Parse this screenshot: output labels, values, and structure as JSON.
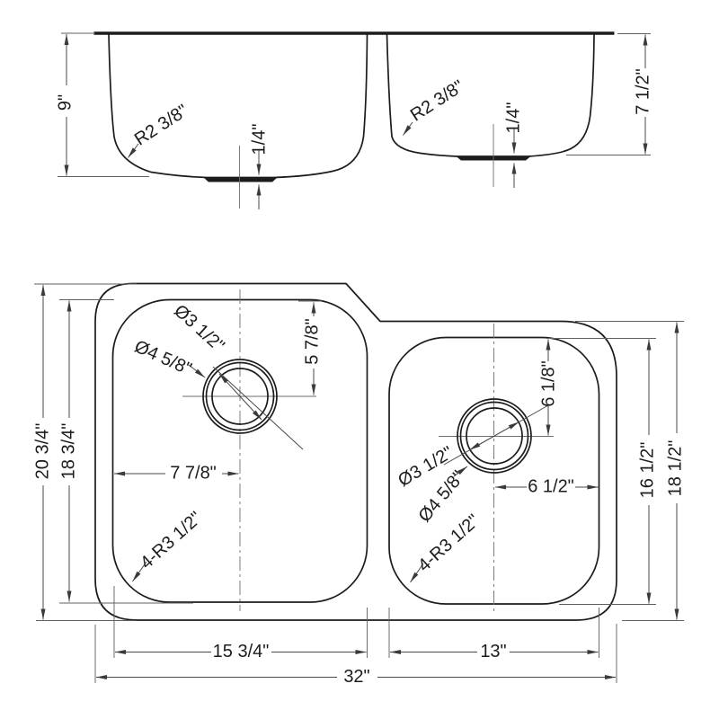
{
  "section_view": {
    "left_bowl_depth": "9\"",
    "right_bowl_depth": "7 1/2\"",
    "left_bottom_radius": "R2 3/8\"",
    "right_bottom_radius": "R2 3/8\"",
    "left_drain_recess_depth": "1/4\"",
    "right_drain_recess_depth": "1/4\""
  },
  "plan_view": {
    "overall_width": "32\"",
    "overall_front_to_back": "20 3/4\"",
    "left_bowl": {
      "inner_width": "15 3/4\"",
      "inner_front_to_back": "18 3/4\"",
      "drain_offset_from_left": "7 7/8\"",
      "drain_offset_from_back": "5 7/8\"",
      "drain_diameter": "Ø3 1/2\"",
      "drain_flange_diameter": "Ø4 5/8\"",
      "corner_radius": "4-R3 1/2\""
    },
    "right_bowl": {
      "inner_width": "13\"",
      "inner_front_to_back": "16 1/2\"",
      "outer_front_to_back": "18 1/2\"",
      "drain_offset_from_center": "6 1/2\"",
      "drain_offset_from_back": "6 1/8\"",
      "drain_diameter": "Ø3 1/2\"",
      "drain_flange_diameter": "Ø4 5/8\"",
      "corner_radius": "4-R3 1/2\""
    }
  },
  "colors": {
    "line": "#1c1c1c",
    "dim_line": "#4a4a4a",
    "background": "#ffffff"
  }
}
